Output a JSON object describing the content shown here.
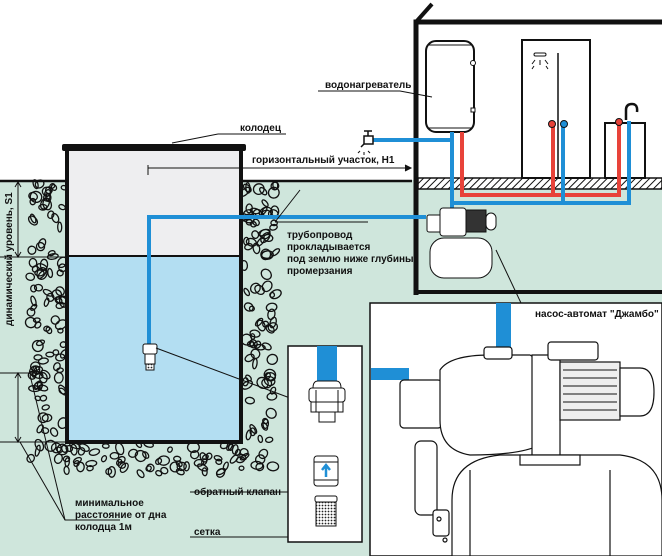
{
  "title": "Схема водоснабжения из колодца с насосом-автоматом",
  "labels": {
    "well": "колодец",
    "water_heater": "водонагреватель",
    "horizontal_section": "горизонтальный участок, Н1",
    "pipeline_line1": "трубопровод",
    "pipeline_line2": "прокладывается",
    "pipeline_line3": "под землю ниже глубины",
    "pipeline_line4": "промерзания",
    "dynamic_level": "динамический уровень, S1",
    "min_distance_line1": "минимальное",
    "min_distance_line2": "расстояние от дна",
    "min_distance_line3": "колодца 1м",
    "check_valve": "обратный клапан",
    "strainer": "сетка",
    "pump": "насос-автомат \"Джамбо\""
  },
  "colors": {
    "cold_water": "#1f8fd6",
    "hot_water": "#e8433a",
    "ground": "#cfe6dc",
    "well_water": "#b3def2",
    "well_air": "#eeeef0",
    "outline": "#111111"
  }
}
